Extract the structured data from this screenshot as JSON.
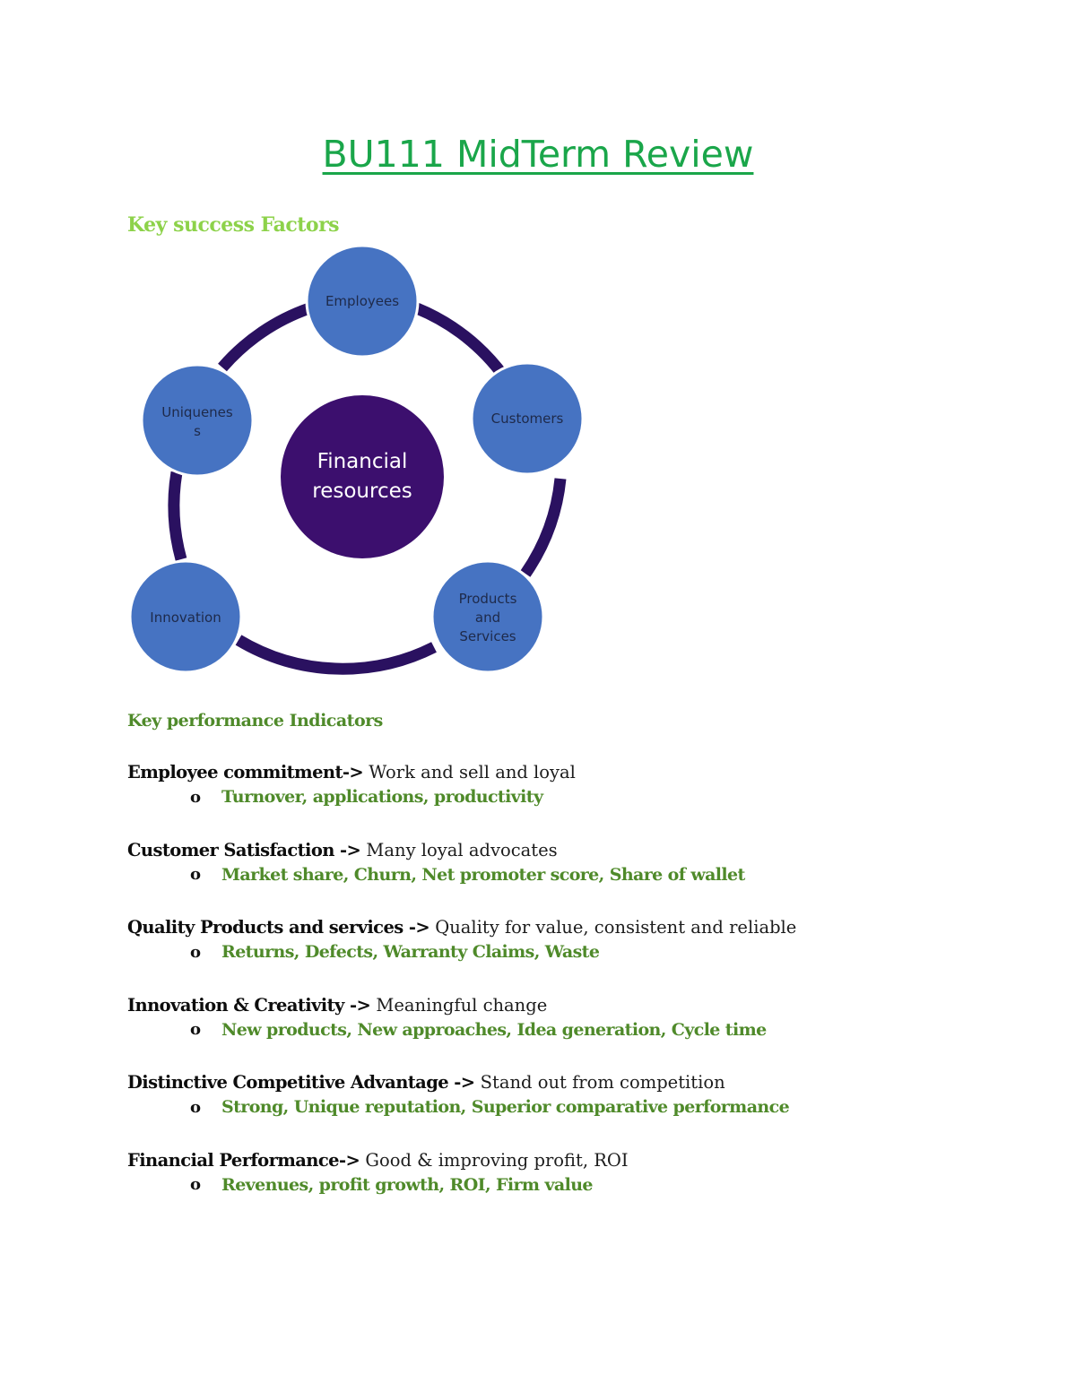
{
  "document": {
    "title": "BU111 MidTerm Review",
    "success_heading": "Key success Factors",
    "kpi_heading": "Key performance Indicators"
  },
  "diagram": {
    "center": [
      "Financial",
      "resources"
    ],
    "nodes": {
      "employees": [
        "Employees"
      ],
      "customers": [
        "Customers"
      ],
      "products": [
        "Products",
        "and",
        "Services"
      ],
      "innovation": [
        "Innovation"
      ],
      "uniqueness": [
        "Uniquenes",
        "s"
      ]
    },
    "colors": {
      "node_fill": "#4673c2",
      "node_stroke": "#ffffff",
      "center_fill": "#3c0f6e",
      "ring": "#2a1160"
    }
  },
  "kpis": [
    {
      "term": "Employee commitment->",
      "desc": " Work and sell and loyal",
      "metrics": "Turnover, applications, productivity"
    },
    {
      "term": "Customer Satisfaction ->",
      "desc": " Many loyal advocates",
      "metrics": "Market share, Churn, Net promoter score, Share of wallet"
    },
    {
      "term": "Quality Products and services ->",
      "desc": " Quality for value, consistent and reliable",
      "metrics": "Returns, Defects, Warranty Claims, Waste"
    },
    {
      "term": "Innovation & Creativity ->",
      "desc": " Meaningful change",
      "metrics": "New products, New approaches, Idea generation, Cycle time"
    },
    {
      "term": "Distinctive Competitive Advantage ->",
      "desc": " Stand out from competition",
      "metrics": "Strong, Unique reputation, Superior comparative performance"
    },
    {
      "term": "Financial Performance->",
      "desc": " Good & improving profit, ROI",
      "metrics": "Revenues, profit growth, ROI, Firm value"
    }
  ],
  "bullet_glyph": "o",
  "colors": {
    "title": "#1aa64a",
    "success_heading": "#8dd24a",
    "kpi_heading": "#4f8a2a",
    "metrics": "#4f8a2a"
  }
}
